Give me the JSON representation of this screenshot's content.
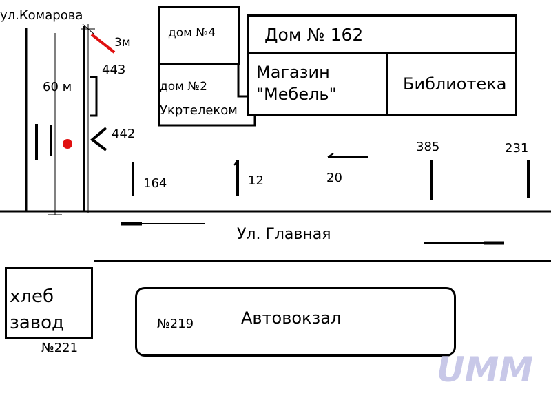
{
  "streets": {
    "komarova": "ул.Комарова",
    "glavnaya": "Ул. Главная"
  },
  "buildings": {
    "dom4": "дом №4",
    "dom2_line1": "дом №2",
    "dom2_line2": "Укртелеком",
    "dom162": "Дом № 162",
    "mebel_line1": "Магазин",
    "mebel_line2": "\"Мебель\"",
    "library": "Библиотека",
    "bakery_line1": "хлеб",
    "bakery_line2": "завод",
    "bakery_number": "№221",
    "bus_station": "Автовокзал",
    "bus_station_number": "№219"
  },
  "measurements": {
    "three_m": "3м",
    "sixty_m": "60 м"
  },
  "labels": {
    "n443": "443",
    "n442": "442",
    "n164": "164",
    "n12": "12",
    "n20": "20",
    "n385": "385",
    "n231": "231"
  },
  "watermark": "UMM",
  "colors": {
    "ink": "#000000",
    "marker": "#e01010",
    "watermark": "#c8c8e8"
  }
}
